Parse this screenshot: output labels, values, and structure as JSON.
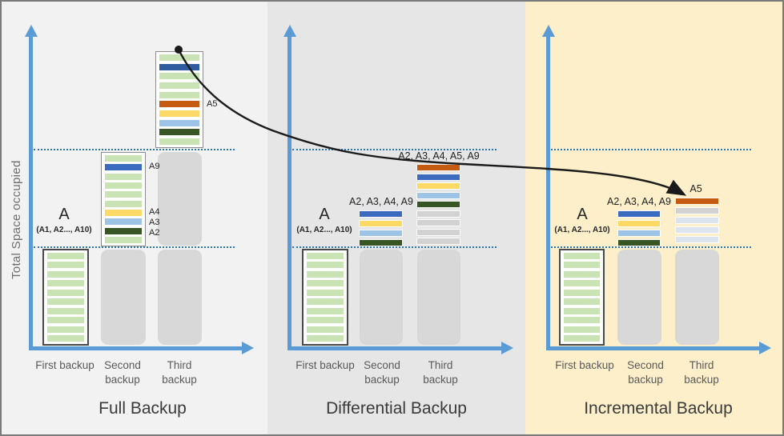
{
  "y_axis_label": "Total Space occupied",
  "palette": {
    "axis": "#5B9BD5",
    "dotted": "#2E75B6",
    "curve": "#1A1A1A",
    "ghost": "#D8D8D8",
    "panel_full_bg": "#F2F2F2",
    "panel_diff_bg": "#E6E6E6",
    "panel_incr_bg": "#FCEFC9",
    "green": "#C9E3B5",
    "blue": "#3A6BBE",
    "darkblue": "#2E5C9E",
    "yellow": "#FFD966",
    "lightblue": "#9DC3E6",
    "darkgreen": "#375623",
    "orange": "#C55A11",
    "gray": "#D2D2D2",
    "bluegray": "#DCE4F0"
  },
  "panels": [
    {
      "title": "Full Backup",
      "x_labels": [
        "First backup",
        "Second backup",
        "Third backup"
      ],
      "source": {
        "main": "A",
        "sub": "(A1, A2..., A10)"
      },
      "annotations": {
        "a9": "A9",
        "a4": "A4",
        "a3": "A3",
        "a2": "A2",
        "a5": "A5"
      },
      "bars": {
        "first": [
          "green",
          "green",
          "green",
          "green",
          "green",
          "green",
          "green",
          "green",
          "green",
          "green"
        ],
        "second": [
          "green",
          "blue",
          "green",
          "green",
          "green",
          "green",
          "yellow",
          "lightblue",
          "darkgreen",
          "green"
        ],
        "third": [
          "green",
          "darkblue",
          "green",
          "green",
          "green",
          "orange",
          "yellow",
          "lightblue",
          "darkgreen",
          "green"
        ]
      }
    },
    {
      "title": "Differential Backup",
      "x_labels": [
        "First backup",
        "Second backup",
        "Third backup"
      ],
      "source": {
        "main": "A",
        "sub": "(A1, A2..., A10)"
      },
      "bar_labels": {
        "second": "A2, A3, A4, A9",
        "third": "A2, A3, A4, A5, A9"
      },
      "bars": {
        "first": [
          "green",
          "green",
          "green",
          "green",
          "green",
          "green",
          "green",
          "green",
          "green",
          "green"
        ],
        "second": [
          "blue",
          "yellow",
          "lightblue",
          "darkgreen"
        ],
        "third": [
          "orange",
          "blue",
          "yellow",
          "lightblue",
          "darkgreen",
          "gray",
          "gray",
          "gray",
          "gray"
        ]
      }
    },
    {
      "title": "Incremental Backup",
      "x_labels": [
        "First backup",
        "Second backup",
        "Third backup"
      ],
      "source": {
        "main": "A",
        "sub": "(A1, A2..., A10)"
      },
      "bar_labels": {
        "second": "A2, A3, A4, A9",
        "third": "A5"
      },
      "bars": {
        "first": [
          "green",
          "green",
          "green",
          "green",
          "green",
          "green",
          "green",
          "green",
          "green",
          "green"
        ],
        "second": [
          "blue",
          "yellow",
          "lightblue",
          "darkgreen"
        ],
        "third": [
          "orange",
          "gray",
          "bluegray",
          "bluegray",
          "bluegray"
        ]
      }
    }
  ]
}
